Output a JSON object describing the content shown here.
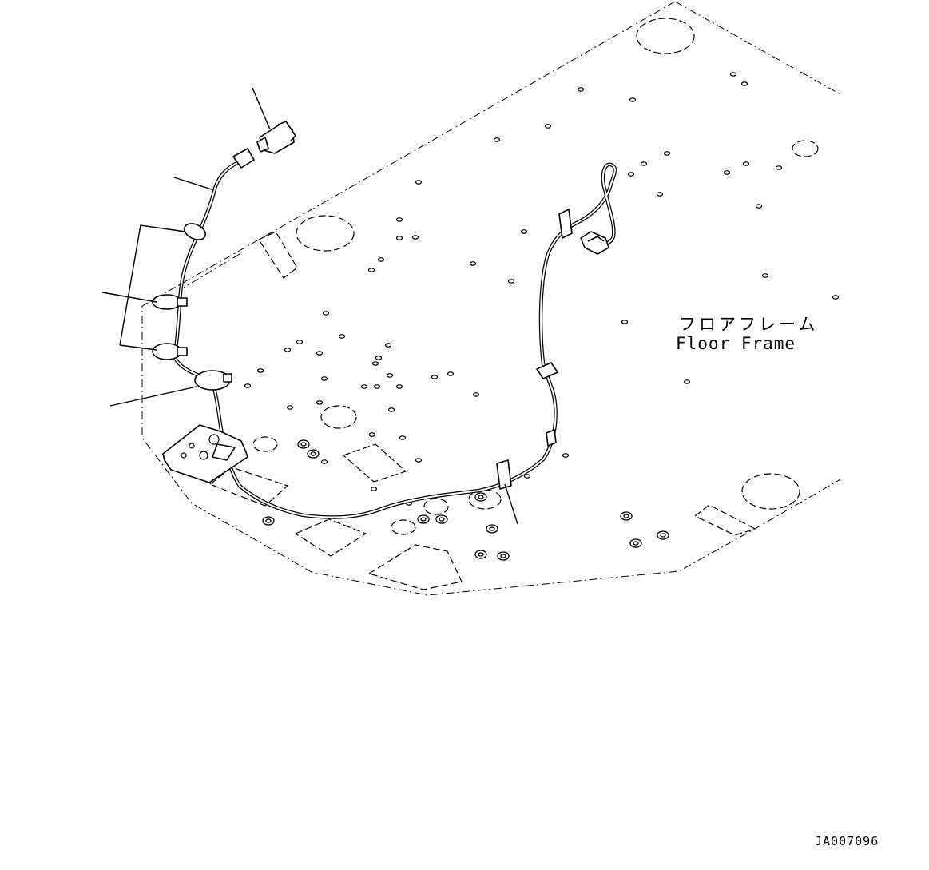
{
  "diagram": {
    "label_jp": "フロアフレーム",
    "label_en": "Floor Frame",
    "drawing_id": "JA007096"
  },
  "icons": {
    "connector": "connector-icon",
    "harness": "wire-harness-icon",
    "clamp": "clamp-icon",
    "bracket": "bracket-icon"
  }
}
